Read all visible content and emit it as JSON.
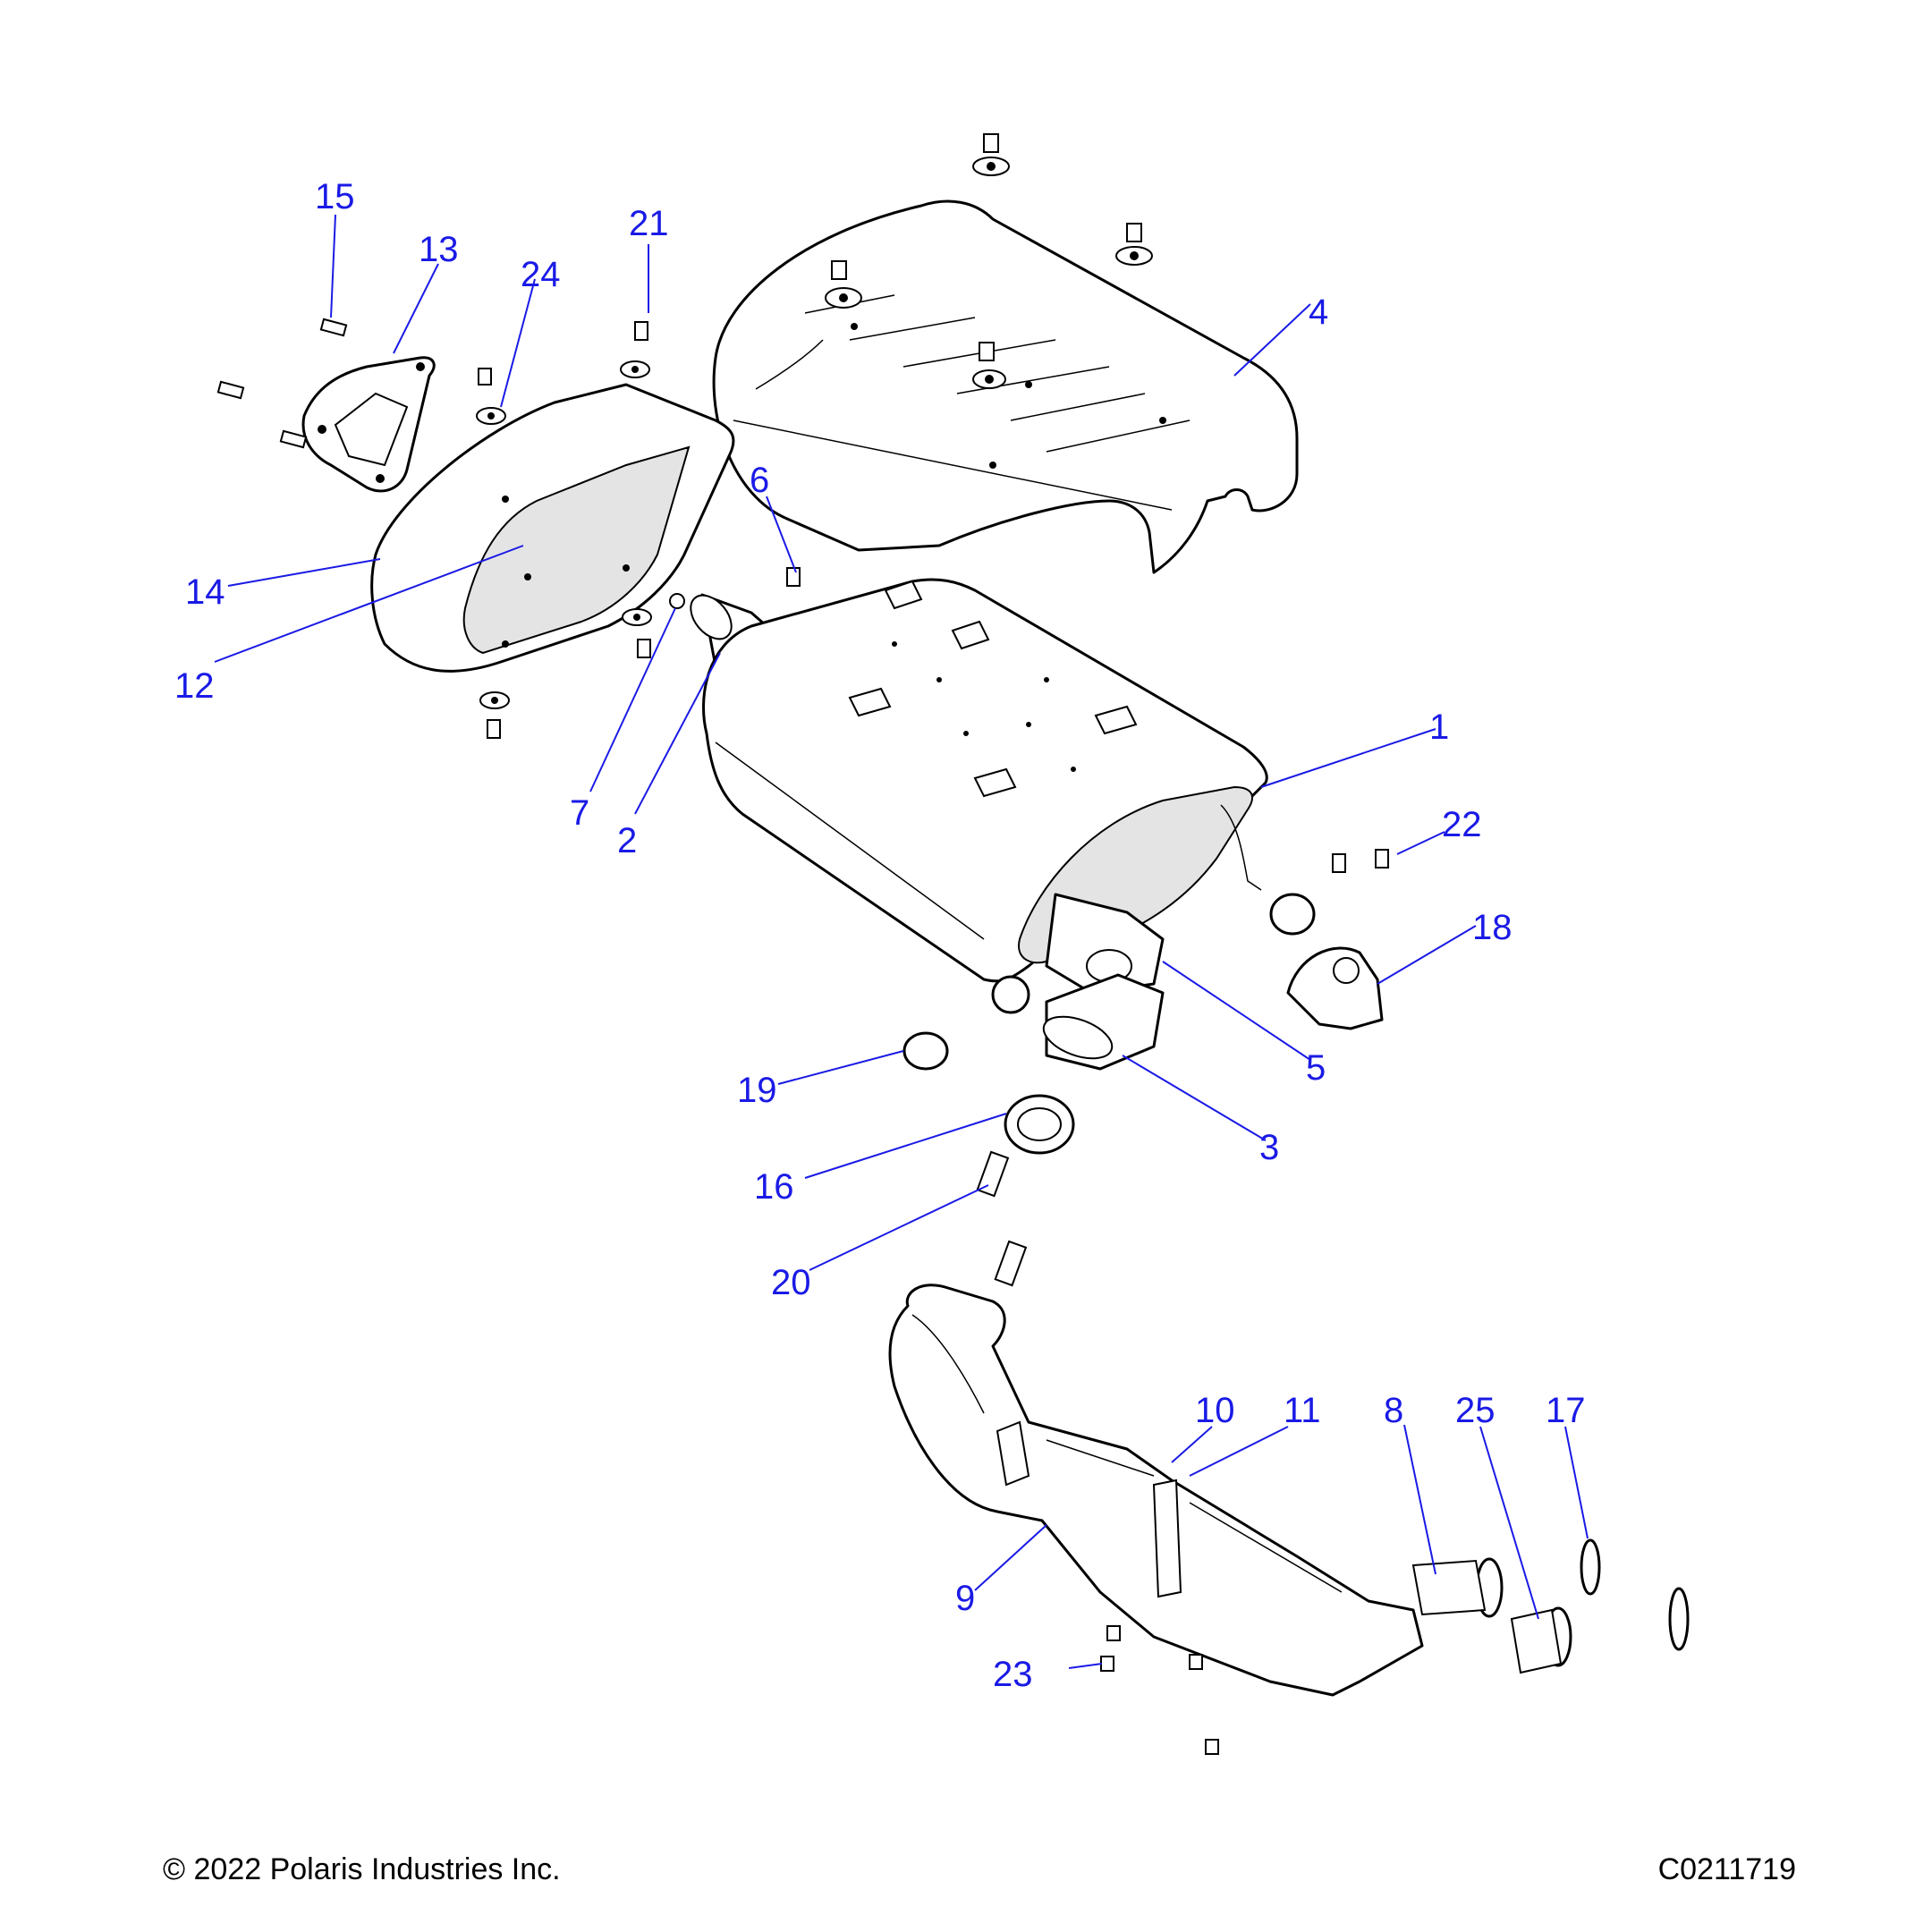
{
  "callouts": [
    "1",
    "2",
    "3",
    "4",
    "5",
    "6",
    "7",
    "8",
    "9",
    "10",
    "11",
    "12",
    "13",
    "14",
    "15",
    "16",
    "17",
    "18",
    "19",
    "20",
    "21",
    "22",
    "23",
    "24",
    "25"
  ],
  "footer": {
    "copyright": "© 2022 Polaris Industries Inc.",
    "drawing_id": "C0211719"
  },
  "colors": {
    "callout": "#1a1ae6",
    "outline": "#000000",
    "shade": "#e4e4e4",
    "background": "#ffffff"
  }
}
